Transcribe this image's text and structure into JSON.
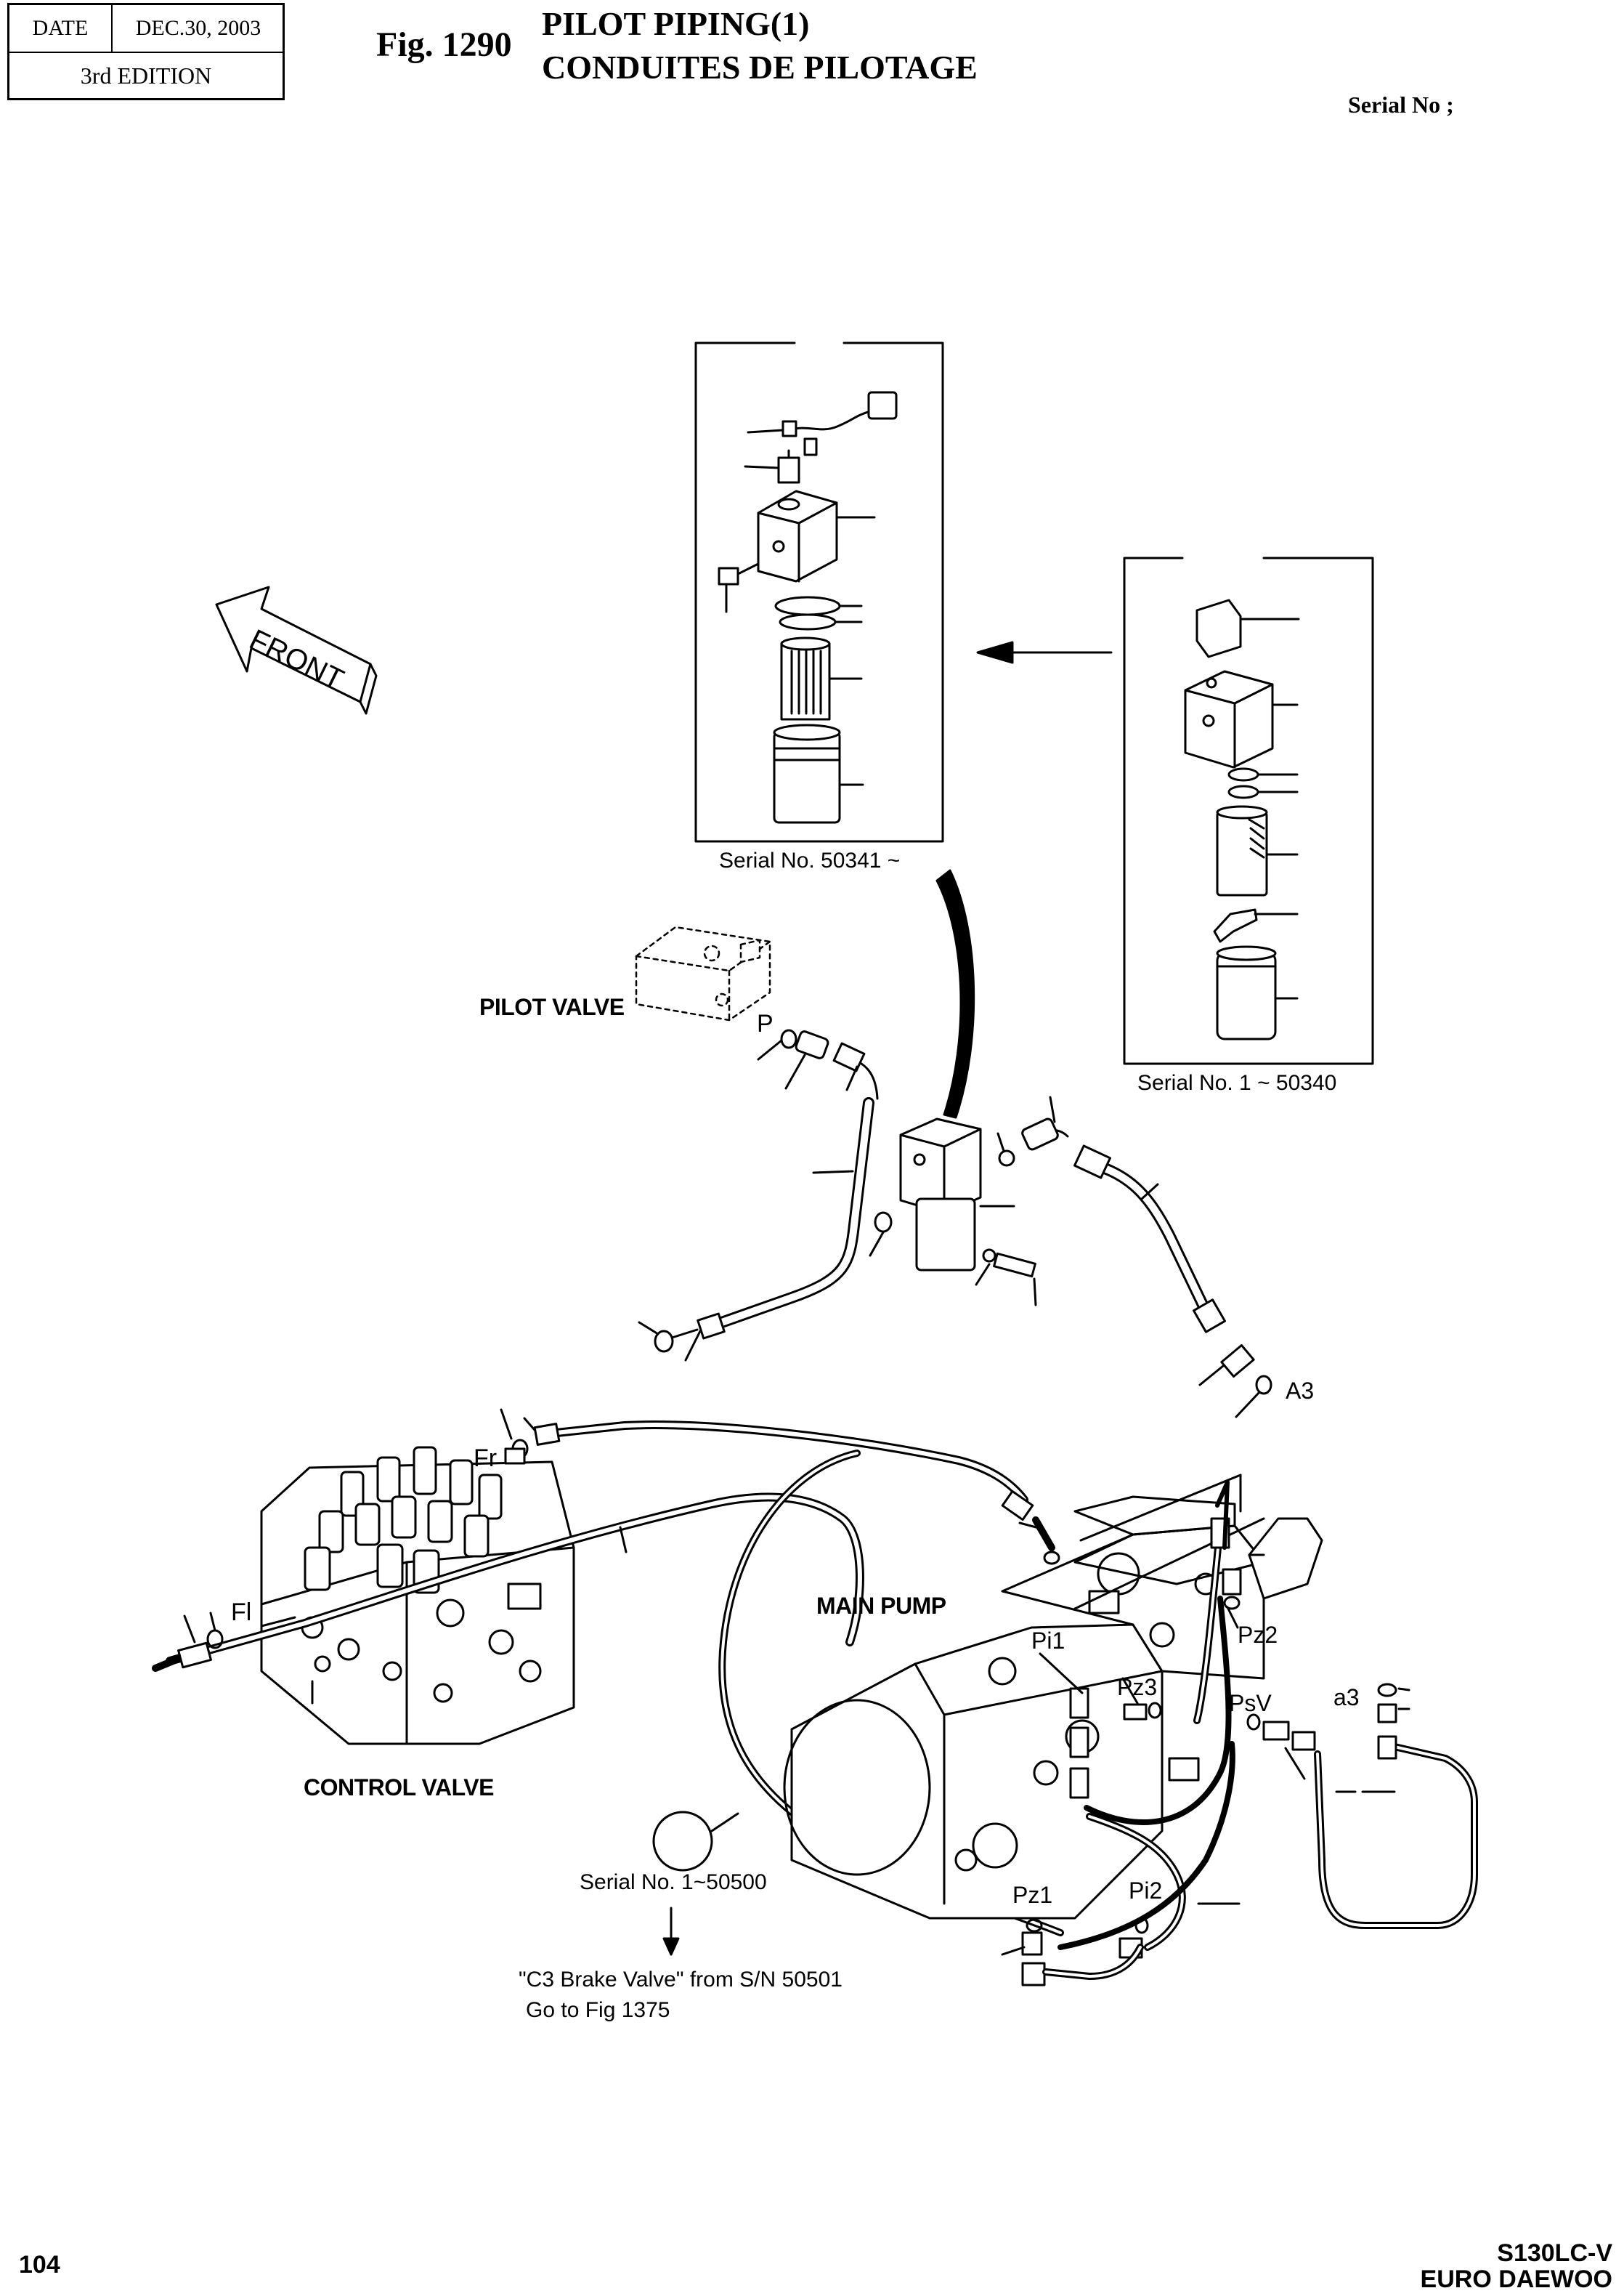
{
  "header": {
    "date_label": "DATE",
    "date_value": "DEC.30, 2003",
    "edition": "3rd  EDITION",
    "fig_number": "Fig. 1290",
    "title_line1": "PILOT PIPING(1)",
    "title_line2": "CONDUITES DE PILOTAGE",
    "serial_label": "Serial No ;"
  },
  "diagram": {
    "front_label": "FRONT",
    "inset_upper_caption": "Serial No. 50341 ~",
    "inset_lower_caption": "Serial No. 1 ~ 50340",
    "labels": {
      "pilot_valve": "PILOT VALVE",
      "control_valve": "CONTROL VALVE",
      "main_pump": "MAIN PUMP",
      "port_p": "P",
      "port_fr": "Fr",
      "port_fl": "Fl",
      "port_a3": "A3",
      "port_a3_lower": "a3",
      "port_pi1": "Pi1",
      "port_pi2": "Pi2",
      "port_pz1": "Pz1",
      "port_pz2": "Pz2",
      "port_pz3": "Pz3",
      "port_psv": "PsV"
    },
    "note_serial": "Serial No. 1~50500",
    "note_brake_line1": "\"C3 Brake Valve\" from S/N 50501",
    "note_brake_line2": "Go to Fig 1375"
  },
  "footer": {
    "page_number": "104",
    "model": "S130LC-V",
    "brand": "EURO DAEWOO"
  }
}
